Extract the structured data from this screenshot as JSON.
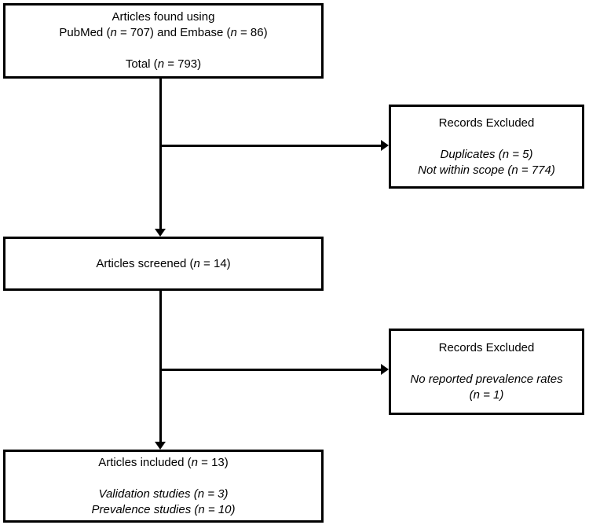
{
  "figure": {
    "type": "flow-diagram",
    "description": "Article selection flow chart",
    "bg_color": "#ffffff",
    "line_color": "#000000",
    "boxes": {
      "found": {
        "lines": [
          [
            {
              "text": "Articles found using"
            }
          ],
          [
            {
              "text": "PubMed ("
            },
            {
              "text": "n",
              "italic": true
            },
            {
              "text": " = 707) and Embase ("
            },
            {
              "text": "n",
              "italic": true
            },
            {
              "text": " = 86)"
            }
          ],
          [],
          [
            {
              "text": "Total ("
            },
            {
              "text": "n",
              "italic": true
            },
            {
              "text": " = 793)"
            }
          ]
        ]
      },
      "excluded_duplicates": {
        "lines": [
          [
            {
              "text": "Records Excluded"
            }
          ],
          [],
          [
            {
              "text": "Duplicates (n = 5)",
              "italic": true
            }
          ],
          [
            {
              "text": "Not within scope (n = 774)",
              "italic": true
            }
          ]
        ]
      },
      "screened": {
        "lines": [
          [
            {
              "text": "Articles screened ("
            },
            {
              "text": "n",
              "italic": true
            },
            {
              "text": " = 14)"
            }
          ]
        ]
      },
      "excluded_no_prevalence": {
        "lines": [
          [
            {
              "text": "Records Excluded"
            }
          ],
          [],
          [
            {
              "text": "No reported prevalence rates",
              "italic": true
            }
          ],
          [
            {
              "text": "(n = 1)",
              "italic": true
            }
          ]
        ]
      },
      "included": {
        "lines": [
          [
            {
              "text": "Articles included ("
            },
            {
              "text": "n",
              "italic": true
            },
            {
              "text": " = 13)"
            }
          ],
          [],
          [
            {
              "text": "Validation studies (n = 3)",
              "italic": true
            }
          ],
          [
            {
              "text": "Prevalence studies (n = 10)",
              "italic": true
            }
          ]
        ]
      }
    }
  }
}
